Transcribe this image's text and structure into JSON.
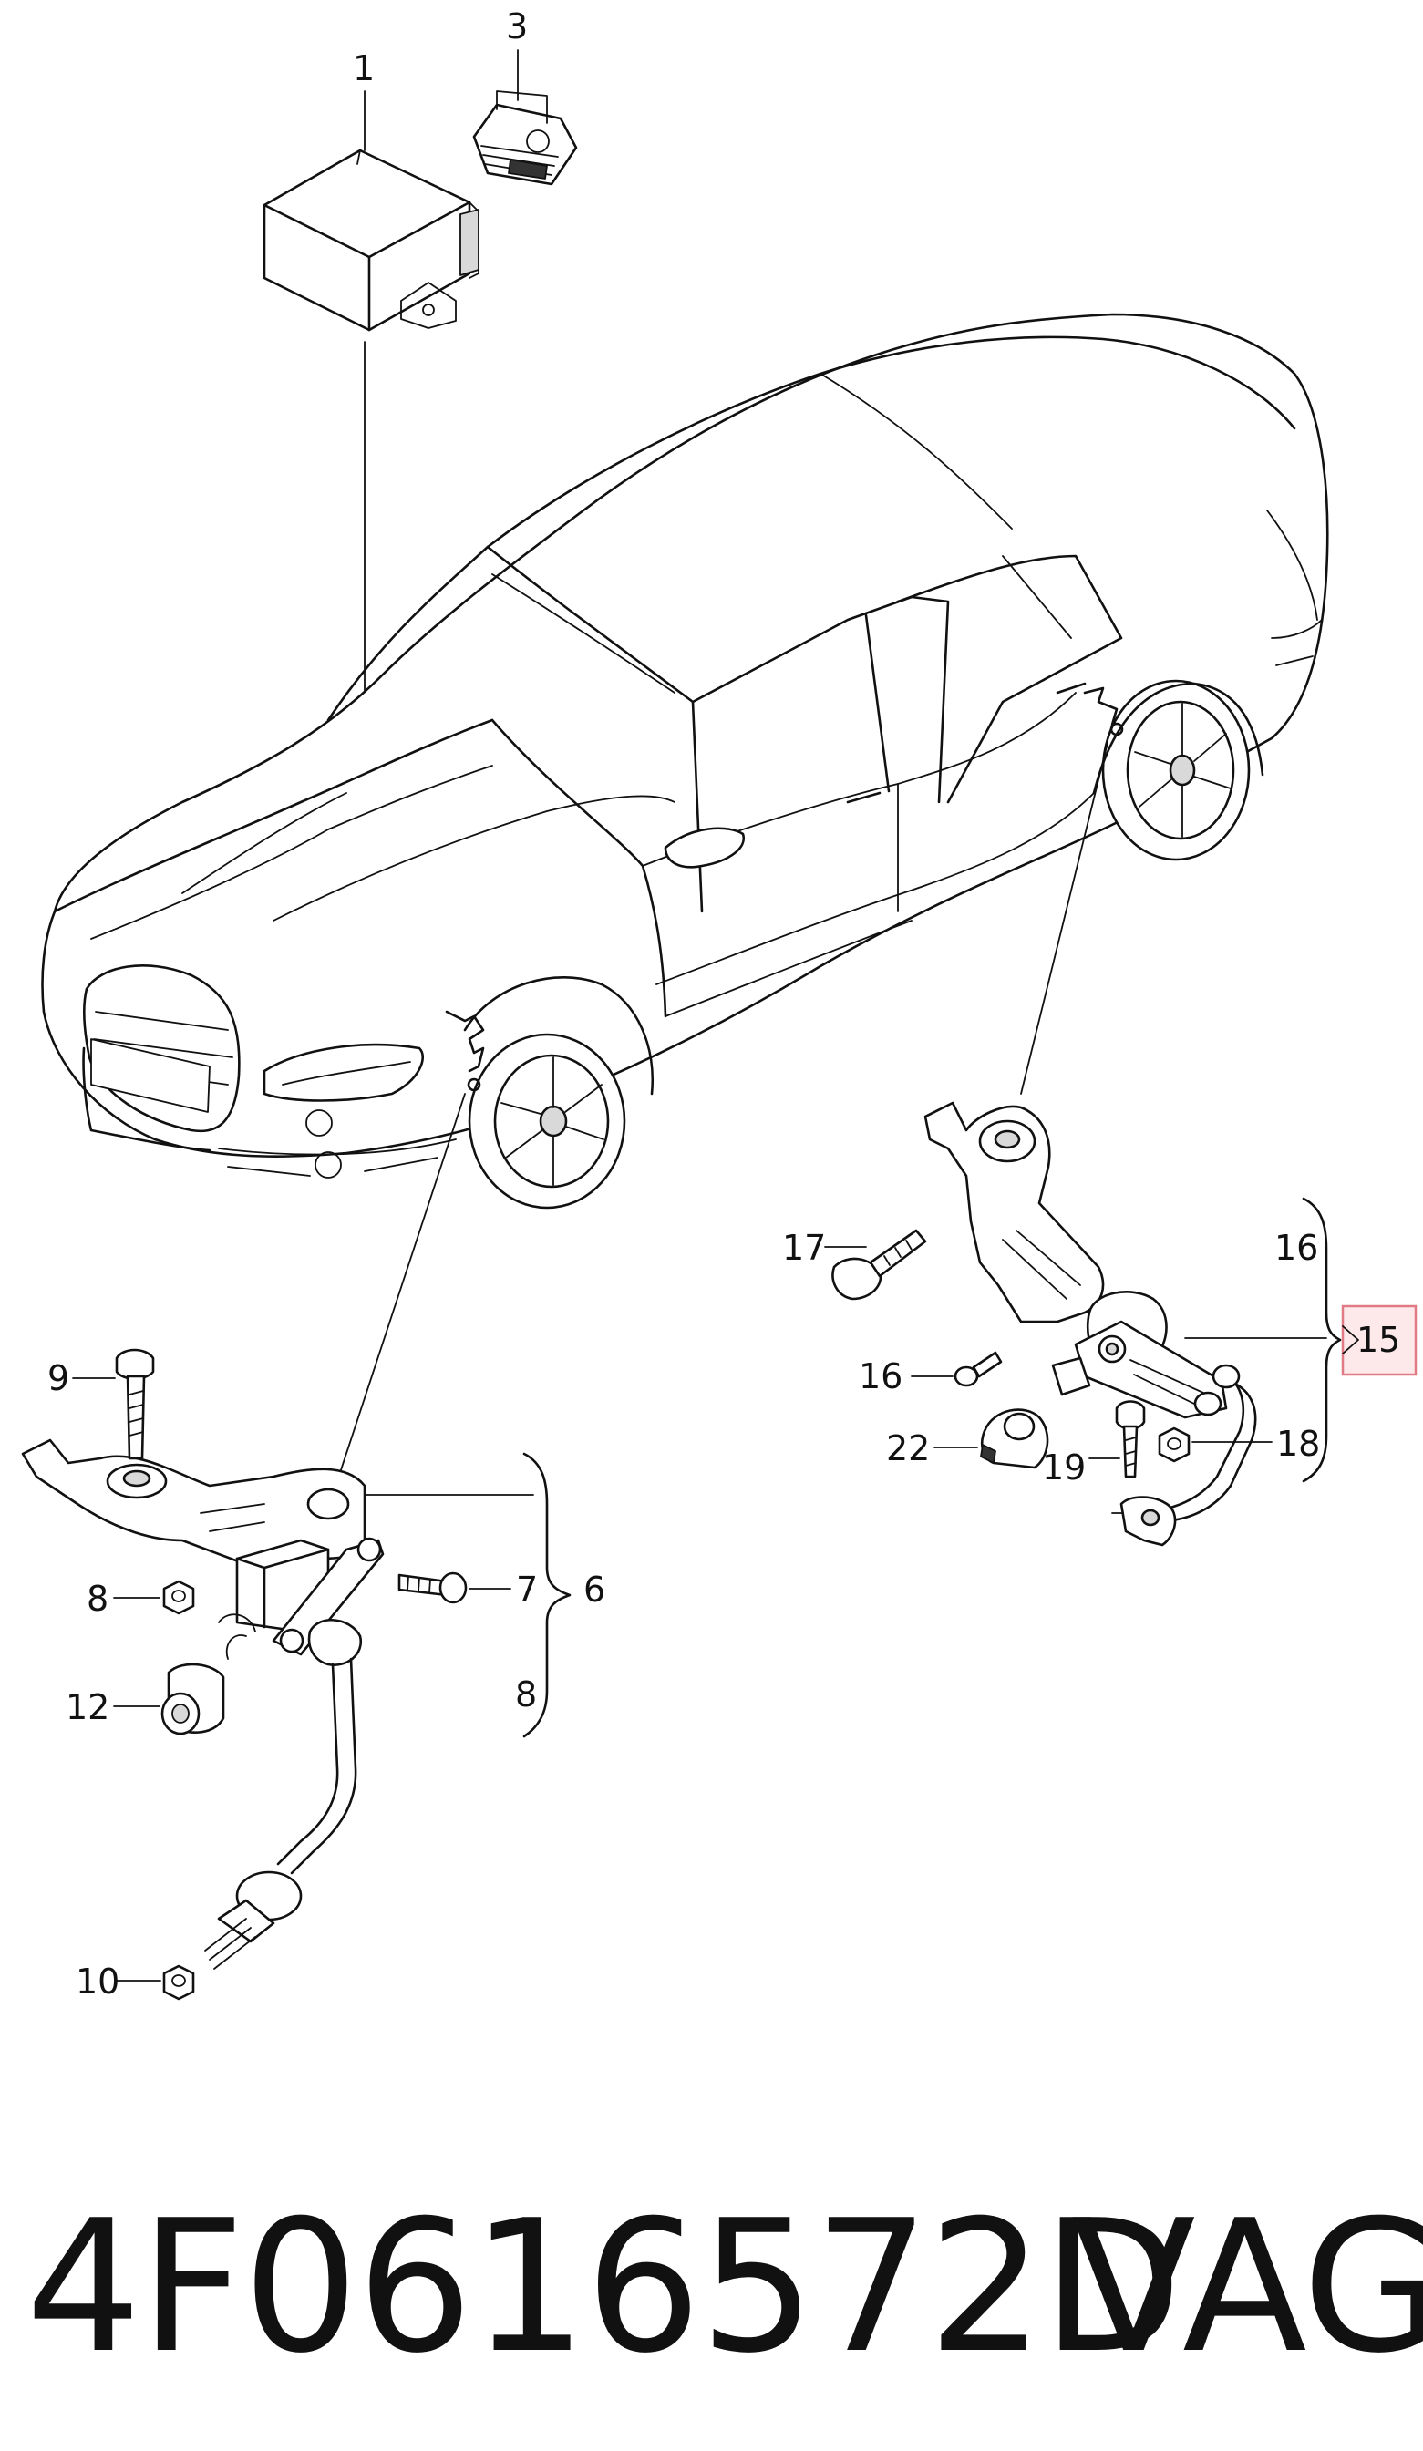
{
  "callouts": {
    "c1": "1",
    "c3": "3",
    "c6": "6",
    "c7": "7",
    "c8a": "8",
    "c8b": "8",
    "c9": "9",
    "c10": "10",
    "c12": "12",
    "c15": "15",
    "c16a": "16",
    "c16b": "16",
    "c17": "17",
    "c18": "18",
    "c19": "19",
    "c22": "22"
  },
  "footer": {
    "part_number": "4F0616572D",
    "brand": "VAG"
  },
  "colors": {
    "line": "#111111",
    "highlight_fill": "#fde9ea",
    "highlight_border": "#e07a84"
  }
}
